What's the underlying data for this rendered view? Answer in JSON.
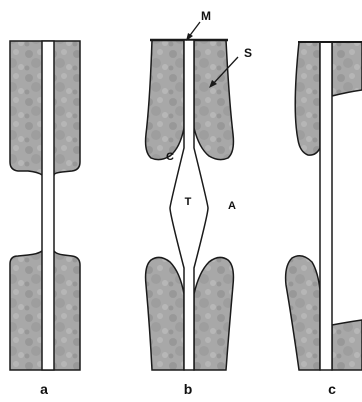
{
  "labels": {
    "panel_a": "a",
    "panel_b": "b",
    "panel_c": "c",
    "m": "M",
    "s": "S",
    "c": "C",
    "t": "T",
    "a": "A"
  },
  "colors": {
    "outline": "#1a1a1a",
    "fill": "#a9a9a9",
    "background": "#ffffff"
  }
}
